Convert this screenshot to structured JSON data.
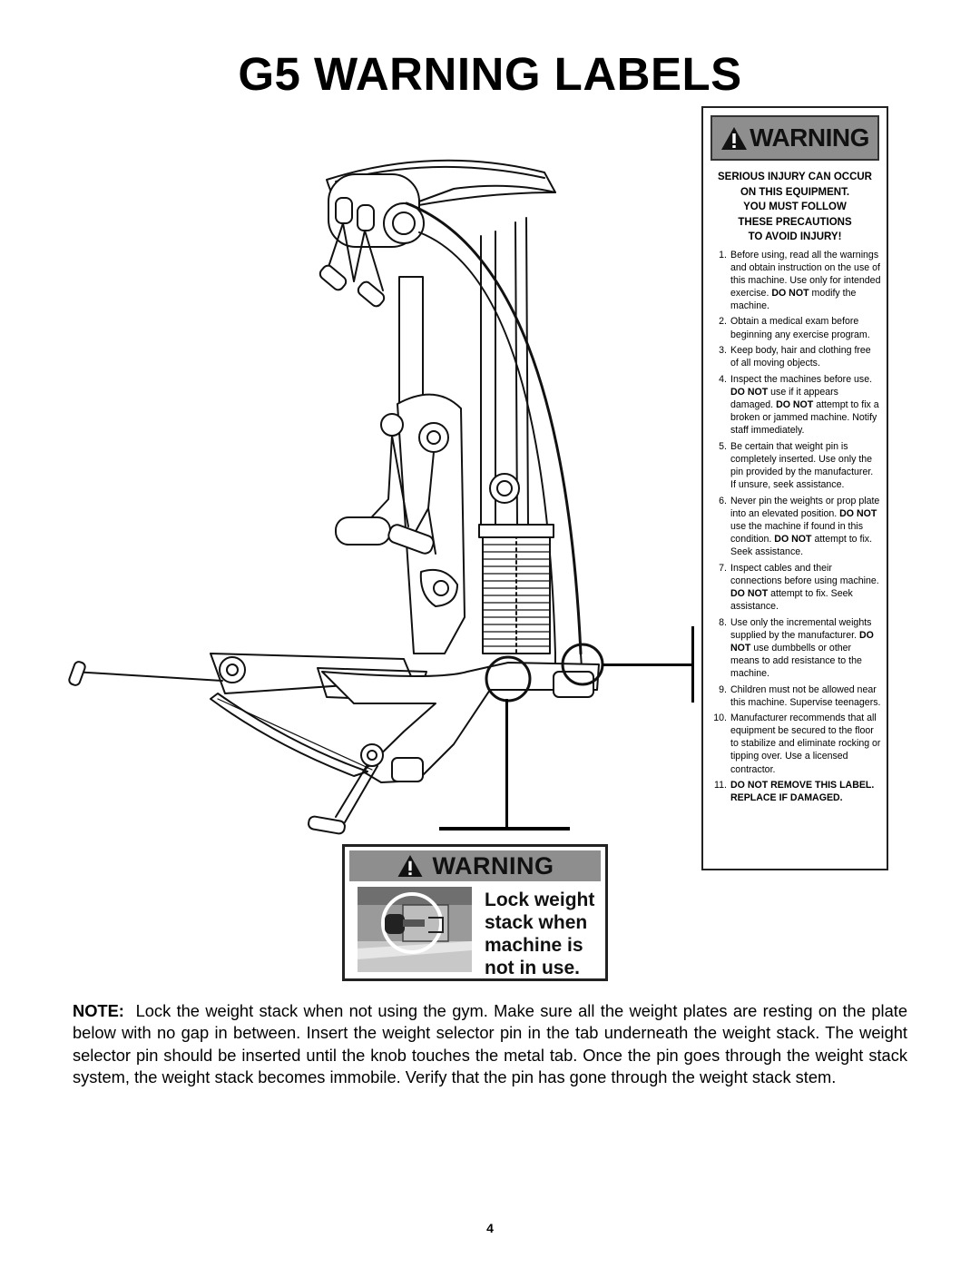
{
  "page": {
    "title": "G5 WARNING LABELS",
    "page_number": "4"
  },
  "main_label": {
    "heading": "WARNING",
    "serious_lines": [
      "SERIOUS INJURY CAN OCCUR",
      "ON THIS EQUIPMENT.",
      "YOU MUST FOLLOW",
      "THESE PRECAUTIONS",
      "TO AVOID INJURY!"
    ],
    "rules": [
      {
        "n": "1.",
        "parts": [
          {
            "t": "Before using, read all the warnings and obtain instruction on the use of this machine. Use only for intended exercise. "
          },
          {
            "b": "DO NOT"
          },
          {
            "t": " modify the machine."
          }
        ]
      },
      {
        "n": "2.",
        "parts": [
          {
            "t": "Obtain a medical exam before beginning any exercise program."
          }
        ]
      },
      {
        "n": "3.",
        "parts": [
          {
            "t": "Keep body, hair and clothing free of all moving objects."
          }
        ]
      },
      {
        "n": "4.",
        "parts": [
          {
            "t": "Inspect the machines before use. "
          },
          {
            "b": "DO NOT"
          },
          {
            "t": " use if it appears damaged. "
          },
          {
            "b": "DO NOT"
          },
          {
            "t": " attempt to fix a broken or jammed machine. Notify staff immediately."
          }
        ]
      },
      {
        "n": "5.",
        "parts": [
          {
            "t": "Be certain that weight pin is completely inserted. Use only the pin provided by the manufacturer. If unsure, seek assistance."
          }
        ]
      },
      {
        "n": "6.",
        "parts": [
          {
            "t": "Never pin the weights or prop plate into an elevated position. "
          },
          {
            "b": "DO NOT"
          },
          {
            "t": " use the machine if found in this condition. "
          },
          {
            "b": "DO NOT"
          },
          {
            "t": " attempt to fix. Seek assistance."
          }
        ]
      },
      {
        "n": "7.",
        "parts": [
          {
            "t": "Inspect cables and their connections before using machine. "
          },
          {
            "b": "DO NOT"
          },
          {
            "t": " attempt to fix. Seek assistance."
          }
        ]
      },
      {
        "n": "8.",
        "parts": [
          {
            "t": "Use only the incremental weights supplied by the manufacturer. "
          },
          {
            "b": "DO NOT"
          },
          {
            "t": " use dumbbells or other means to add resistance to the machine."
          }
        ]
      },
      {
        "n": "9.",
        "parts": [
          {
            "t": "Children must not be allowed near this machine. Supervise teenagers."
          }
        ]
      },
      {
        "n": "10.",
        "parts": [
          {
            "t": "Manufacturer recommends that all equipment be secured to the floor to stabilize and eliminate rocking or tipping over. Use a licensed contractor."
          }
        ]
      },
      {
        "n": "11.",
        "parts": [
          {
            "b": "DO NOT REMOVE THIS LABEL. REPLACE IF DAMAGED."
          }
        ]
      }
    ]
  },
  "small_label": {
    "heading": "WARNING",
    "text_lines": [
      "Lock weight",
      "stack when",
      "machine is",
      "not in use."
    ]
  },
  "note": {
    "lead": "NOTE:",
    "body": "Lock the weight stack when not using the gym. Make sure all the weight plates are resting on the plate below with no gap in between. Insert the weight selector pin in the tab underneath the weight stack. The weight selector pin should be inserted until the knob touches the metal tab. Once the pin goes through the weight stack system, the weight stack becomes immobile. Verify that the pin has gone through the weight stack stem."
  },
  "icons": {
    "warning_triangle": "warning-triangle-icon"
  }
}
